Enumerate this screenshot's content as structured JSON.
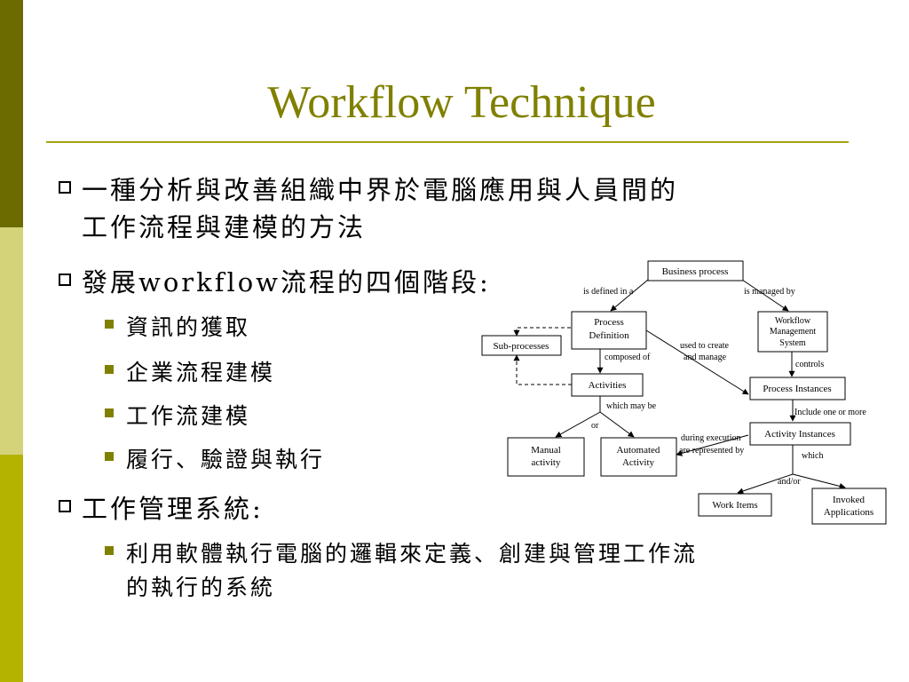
{
  "colors": {
    "stripe_top": "#6b6b00",
    "stripe_mid": "#d4d37a",
    "stripe_bottom": "#b4b300",
    "title": "#808000",
    "rule": "#a5a30e",
    "bullet2": "#808000"
  },
  "title": "Workflow Technique",
  "bullets": [
    {
      "line1": "一種分析與改善組織中界於電腦應用與人員間的",
      "line2": "工作流程與建模的方法"
    },
    {
      "text": "發展workflow流程的四個階段:",
      "sub": [
        "資訊的獲取",
        "企業流程建模",
        "工作流建模",
        "履行、驗證與執行"
      ]
    },
    {
      "text": "工作管理系統:",
      "sub": [
        {
          "line1": "利用軟體執行電腦的邏輯來定義、創建與管理工作流",
          "line2": "的執行的系統"
        }
      ]
    }
  ],
  "diagram": {
    "nodes": {
      "business_process": "Business process",
      "process_definition": [
        "Process",
        "Definition"
      ],
      "wfms": [
        "Workflow",
        "Management",
        "System"
      ],
      "sub_processes": "Sub-processes",
      "activities": "Activities",
      "process_instances": "Process Instances",
      "activity_instances": "Activity Instances",
      "manual_activity": [
        "Manual",
        "activity"
      ],
      "automated_activity": [
        "Automated",
        "Activity"
      ],
      "work_items": "Work Items",
      "invoked_applications": [
        "Invoked",
        "Applications"
      ]
    },
    "edges": {
      "is_defined_in_a": "is defined in a",
      "is_managed_by": "is managed by",
      "used_to_create": [
        "used to create",
        "and manage"
      ],
      "composed_of": "composed of",
      "controls": "controls",
      "include_one_or_more": "Include one or more",
      "which_may_be": "which may be",
      "or": "or",
      "during_execution": [
        "during execution",
        "are represented by"
      ],
      "which": "which",
      "and_or": "and/or"
    }
  }
}
